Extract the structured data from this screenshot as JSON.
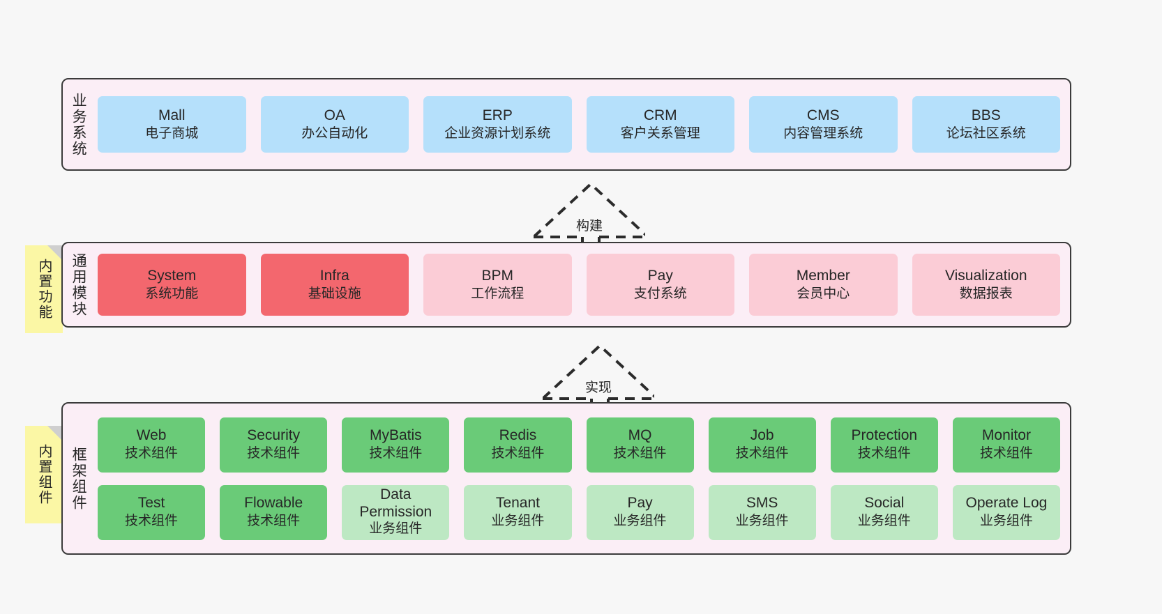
{
  "diagram": {
    "background": "#f7f7f7",
    "layers": [
      {
        "id": "business-systems",
        "title": "业务系统",
        "accent": "#b5e0fb",
        "rows": [
          [
            {
              "title": "Mall",
              "sub": "电子商城",
              "style": "biz-card"
            },
            {
              "title": "OA",
              "sub": "办公自动化",
              "style": "biz-card"
            },
            {
              "title": "ERP",
              "sub": "企业资源计划系统",
              "style": "biz-card"
            },
            {
              "title": "CRM",
              "sub": "客户关系管理",
              "style": "biz-card"
            },
            {
              "title": "CMS",
              "sub": "内容管理系统",
              "style": "biz-card"
            },
            {
              "title": "BBS",
              "sub": "论坛社区系统",
              "style": "biz-card"
            }
          ]
        ]
      },
      {
        "id": "common-modules",
        "title": "通用模块",
        "accent": "#f3676e",
        "sticky": "内置功能",
        "rows": [
          [
            {
              "title": "System",
              "sub": "系统功能",
              "style": "mod-strong"
            },
            {
              "title": "Infra",
              "sub": "基础设施",
              "style": "mod-strong"
            },
            {
              "title": "BPM",
              "sub": "工作流程",
              "style": "mod-soft"
            },
            {
              "title": "Pay",
              "sub": "支付系统",
              "style": "mod-soft"
            },
            {
              "title": "Member",
              "sub": "会员中心",
              "style": "mod-soft"
            },
            {
              "title": "Visualization",
              "sub": "数据报表",
              "style": "mod-soft"
            }
          ]
        ]
      },
      {
        "id": "framework-components",
        "title": "框架组件",
        "accent": "#6acb78",
        "sticky": "内置组件",
        "rows": [
          [
            {
              "title": "Web",
              "sub": "技术组件",
              "style": "fw-tech"
            },
            {
              "title": "Security",
              "sub": "技术组件",
              "style": "fw-tech"
            },
            {
              "title": "MyBatis",
              "sub": "技术组件",
              "style": "fw-tech"
            },
            {
              "title": "Redis",
              "sub": "技术组件",
              "style": "fw-tech"
            },
            {
              "title": "MQ",
              "sub": "技术组件",
              "style": "fw-tech"
            },
            {
              "title": "Job",
              "sub": "技术组件",
              "style": "fw-tech"
            },
            {
              "title": "Protection",
              "sub": "技术组件",
              "style": "fw-tech"
            },
            {
              "title": "Monitor",
              "sub": "技术组件",
              "style": "fw-tech"
            }
          ],
          [
            {
              "title": "Test",
              "sub": "技术组件",
              "style": "fw-tech"
            },
            {
              "title": "Flowable",
              "sub": "技术组件",
              "style": "fw-tech"
            },
            {
              "title": "Data Permission",
              "sub": "业务组件",
              "style": "fw-biz"
            },
            {
              "title": "Tenant",
              "sub": "业务组件",
              "style": "fw-biz"
            },
            {
              "title": "Pay",
              "sub": "业务组件",
              "style": "fw-biz"
            },
            {
              "title": "SMS",
              "sub": "业务组件",
              "style": "fw-biz"
            },
            {
              "title": "Social",
              "sub": "业务组件",
              "style": "fw-biz"
            },
            {
              "title": "Operate Log",
              "sub": "业务组件",
              "style": "fw-biz"
            }
          ]
        ]
      }
    ],
    "connectors": [
      {
        "id": "build",
        "label": "构建",
        "from": "common-modules",
        "to": "business-systems",
        "style": "dashed-generalization"
      },
      {
        "id": "implement",
        "label": "实现",
        "from": "framework-components",
        "to": "common-modules",
        "style": "dashed-generalization"
      }
    ]
  }
}
